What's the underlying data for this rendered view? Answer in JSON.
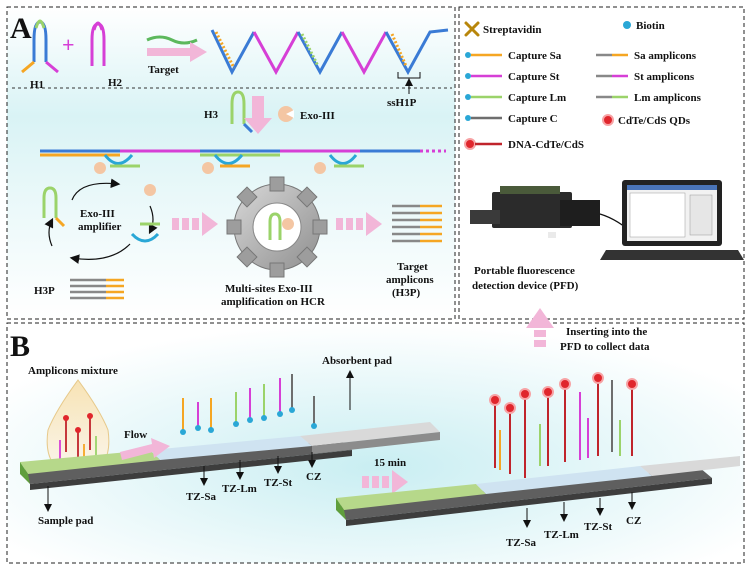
{
  "panelA": {
    "letter": "A",
    "h1": "H1",
    "h2": "H2",
    "plus": "+",
    "target": "Target",
    "ssh1p": "ssH1P",
    "h3": "H3",
    "exo": "Exo-III",
    "amplifier_line1": "Exo-III",
    "amplifier_line2": "amplifier",
    "h3p": "H3P",
    "multisite_line1": "Multi-sites Exo-III",
    "multisite_line2": "amplification on HCR",
    "target_amp_line1": "Target",
    "target_amp_line2": "amplicons",
    "target_amp_line3": "(H3P)"
  },
  "legend": {
    "streptavidin": "Streptavidin",
    "biotin": "Biotin",
    "capture_sa": "Capture Sa",
    "capture_st": "Capture St",
    "capture_lm": "Capture Lm",
    "capture_c": "Capture C",
    "sa_amplicons": "Sa amplicons",
    "st_amplicons": "St amplicons",
    "lm_amplicons": "Lm amplicons",
    "qds": "CdTe/CdS QDs",
    "dna_cdte": "DNA-CdTe/CdS"
  },
  "device": {
    "line1": "Portable fluorescence",
    "line2": "detection device (PFD)"
  },
  "panelB": {
    "letter": "B",
    "amplicons_mixture": "Amplicons mixture",
    "flow": "Flow",
    "absorbent_pad": "Absorbent pad",
    "sample_pad": "Sample pad",
    "tz_sa": "TZ-Sa",
    "tz_lm": "TZ-Lm",
    "tz_st": "TZ-St",
    "cz": "CZ",
    "time": "15 min",
    "insert_line1": "Inserting into the",
    "insert_line2": "PFD to collect data"
  },
  "colors": {
    "sa": "#f5a623",
    "st": "#d63fd6",
    "lm": "#9bd36a",
    "c": "#6e6e6e",
    "arrow": "#f2b6d8",
    "qd": "#e0262c",
    "biotin": "#2aa7d6"
  }
}
